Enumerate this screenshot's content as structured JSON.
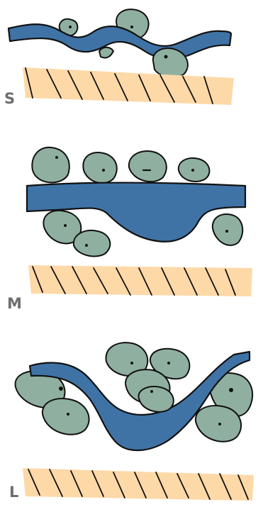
{
  "panels": [
    {
      "id": "small",
      "label": "S"
    },
    {
      "id": "medium",
      "label": "M"
    },
    {
      "id": "large",
      "label": "L"
    }
  ],
  "colors": {
    "water": "#3f73a6",
    "rock": "#8fb0a0",
    "band": "#fdd9a8",
    "label": "#6e6e6e"
  }
}
